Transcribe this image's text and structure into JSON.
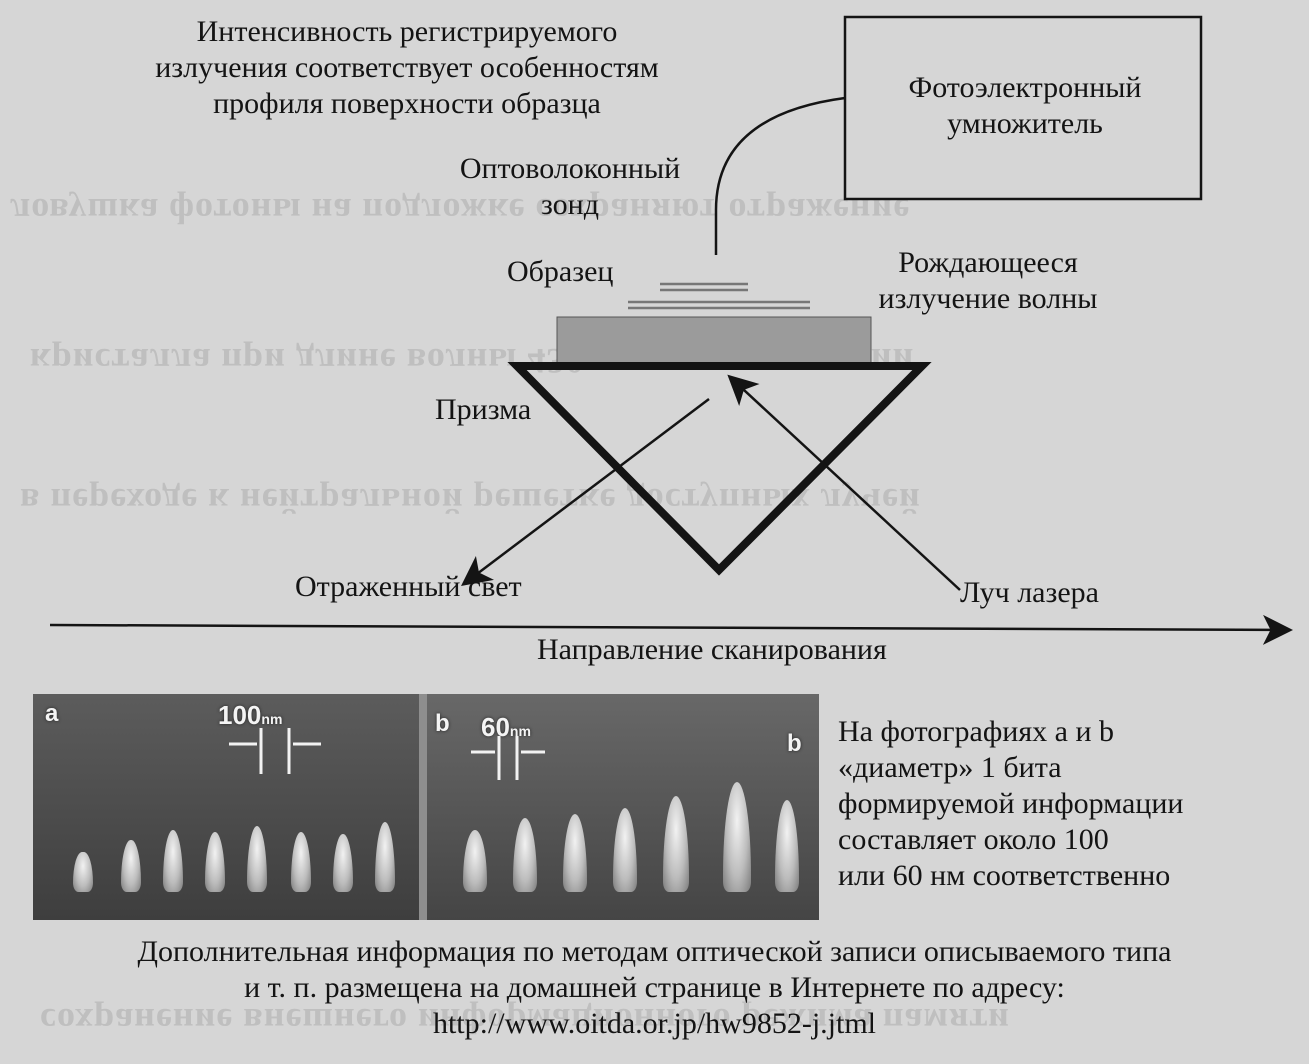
{
  "title_lines": [
    "Интенсивность регистрируемого",
    "излучения соответствует особенностям",
    "профиля поверхности образца"
  ],
  "labels": {
    "pmt": [
      "Фотоэлектронный",
      "умножитель"
    ],
    "probe": [
      "Оптоволоконный",
      "зонд"
    ],
    "sample": "Образец",
    "emerging": [
      "Рождающееся",
      "излучение волны"
    ],
    "prism": "Призма",
    "reflected": "Отраженный свет",
    "laser": "Луч лазера",
    "scan": "Направление сканирования"
  },
  "photo": {
    "label_a": "a",
    "label_b": "b",
    "scale_a": "100",
    "scale_b": "60",
    "unit": "nm"
  },
  "photo_caption": [
    "На фотографиях a и b",
    "«диаметр» 1 бита",
    "формируемой информации",
    "составляет около 100",
    "или 60 нм соответственно"
  ],
  "footer": [
    "Дополнительная информация по методам оптической записи описываемого типа",
    "и т. п. размещена на домашней странице в Интернете по адресу:",
    "http://www.oitda.or.jp/hw9852-j.jtml"
  ]
}
